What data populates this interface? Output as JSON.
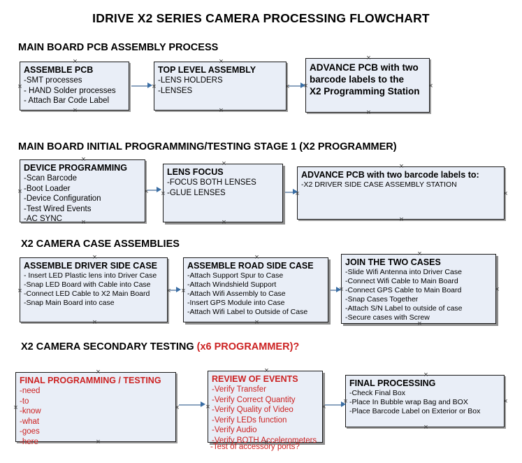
{
  "document": {
    "title": "IDRIVE X2  SERIES CAMERA PROCESSING FLOWCHART",
    "accent_color": "#cc2222",
    "node_fill": "#e9eef7",
    "connector_color": "#8ba3bf",
    "arrowhead_color": "#3a6ea5"
  },
  "sections": [
    {
      "id": "main-board-pcb-assembly",
      "title": "MAIN BOARD PCB ASSEMBLY PROCESS",
      "title_accent": "",
      "nodes": [
        {
          "id": "assemble-pcb",
          "title": "ASSEMBLE PCB",
          "lines": [
            "-SMT processes",
            "- HAND Solder processes",
            "- Attach Bar Code Label"
          ]
        },
        {
          "id": "top-level-assembly",
          "title": "TOP LEVEL ASSEMBLY",
          "lines": [
            "-LENS HOLDERS",
            "-LENSES"
          ]
        },
        {
          "id": "advance-pcb-to-x2-station",
          "title": "ADVANCE PCB with two",
          "title_line2": "barcode labels to the",
          "title_line3": " X2 Programming Station",
          "lines": []
        }
      ]
    },
    {
      "id": "main-board-initial-programming",
      "title": "MAIN BOARD INITIAL PROGRAMMING/TESTING STAGE 1 (X2 PROGRAMMER)",
      "title_accent": "",
      "nodes": [
        {
          "id": "device-programming",
          "title": "DEVICE PROGRAMMING",
          "lines": [
            "-Scan Barcode",
            "-Boot Loader",
            "-Device Configuration",
            "-Test Wired Events",
            "-AC SYNC"
          ]
        },
        {
          "id": "lens-focus",
          "title": "LENS FOCUS",
          "lines": [
            "-FOCUS BOTH LENSES",
            "-GLUE LENSES"
          ]
        },
        {
          "id": "advance-pcb-to-driver-side-case",
          "title": "ADVANCE PCB with two barcode labels to:",
          "lines": [
            "-X2 DRIVER  SIDE  CASE  ASSEMBLY STATION"
          ]
        }
      ]
    },
    {
      "id": "x2-camera-case-assemblies",
      "title": "X2 CAMERA CASE ASSEMBLIES",
      "title_accent": "",
      "nodes": [
        {
          "id": "assemble-driver-side-case",
          "title": "ASSEMBLE DRIVER SIDE CASE",
          "lines": [
            "- Insert LED Plastic lens into Driver Case",
            "-Snap LED Board with Cable into Case",
            "-Connect LED Cable to X2 Main Board",
            "-Snap Main Board into case"
          ]
        },
        {
          "id": "assemble-road-side-case",
          "title": "ASSEMBLE ROAD SIDE CASE",
          "lines": [
            "-Attach Support Spur to Case",
            "-Attach Windshield Support",
            "-Attach Wifi Assembly to Case",
            "-Insert GPS Module into Case",
            "-Attach Wifi Label to Outside of Case"
          ]
        },
        {
          "id": "join-the-two-cases",
          "title": "JOIN THE TWO CASES",
          "lines": [
            "-Slide Wifi Antenna into Driver Case",
            "-Connect Wifi Cable to Main Board",
            "-Connect GPS Cable to Main Board",
            "-Snap Cases Together",
            "-Attach S/N Label to outside of case",
            "-Secure cases with Screw"
          ]
        }
      ]
    },
    {
      "id": "x2-camera-secondary-testing",
      "title": "X2 CAMERA SECONDARY TESTING ",
      "title_accent": "(x6 PROGRAMMER)?",
      "nodes": [
        {
          "id": "final-programming-testing",
          "title": "FINAL PROGRAMMING / TESTING",
          "lines": [
            "-need",
            "-to",
            "-know",
            "-what",
            "-goes",
            "-here"
          ]
        },
        {
          "id": "review-of-events",
          "title": "REVIEW OF EVENTS",
          "lines": [
            "-Verify Transfer",
            "-Verify Correct Quantity",
            "-Verify Quality of Video",
            "-Verify LEDs function",
            "-Verify Audio",
            "-Verify BOTH Accelerometers"
          ],
          "overflow_line": "-Test of accessory ports?"
        },
        {
          "id": "final-processing",
          "title": "FINAL PROCESSING",
          "lines": [
            " -Check Final Box",
            "-Place In Bubble wrap Bag and BOX",
            "-Place Barcode Label on Exterior or Box"
          ]
        }
      ]
    }
  ]
}
